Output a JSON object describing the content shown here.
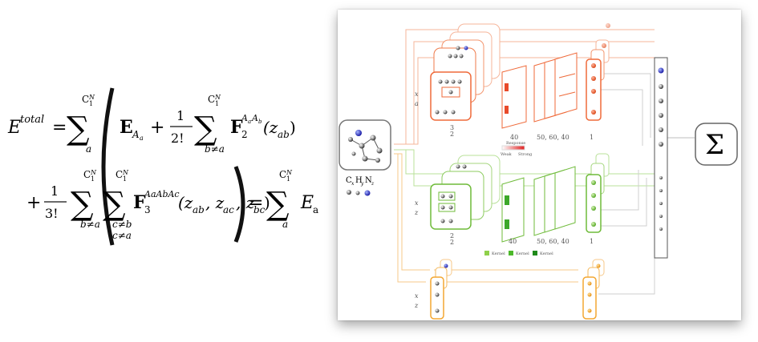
{
  "equation": {
    "lhs_symbol": "E",
    "lhs_superscript": "total",
    "equals": "=",
    "sum_symbol": "∑",
    "limit_upper": "C",
    "limit_upper_sub": "1",
    "limit_upper_sup": "N",
    "idx_a": "a",
    "idx_b_ne_a": "b≠a",
    "idx_c_ne_b": "c≠b",
    "idx_c_ne_a": "c≠a",
    "term1": "E",
    "term1_sub": "A",
    "term1_subsub": "a",
    "plus": "+",
    "frac2_num": "1",
    "frac2_den": "2!",
    "frac3_num": "1",
    "frac3_den": "3!",
    "term2": "F",
    "term2_sub": "2",
    "term2_sup": "A",
    "term2_sup_a": "a",
    "term2_sup_b": "A",
    "term2_sup_bb": "b",
    "term2_arg": "(z",
    "term2_arg_sub": "ab",
    "close_paren": ")",
    "term3": "F",
    "term3_sub": "3",
    "term3_sup": "AaAbAc",
    "term3_args": "(z",
    "z_ab": "ab",
    "z_ac": "ac",
    "z_bc": "bc",
    "rhs_term": "E",
    "rhs_sub": "a"
  },
  "diagram": {
    "input_label": "C",
    "input_x": "x",
    "input_h": "H",
    "input_y": "y",
    "input_n": "N",
    "input_z": "z",
    "dim_x1": "x",
    "dim_x1_den": "a",
    "dim_3": "3",
    "dim_2": "2",
    "dim_x2_den": "z",
    "label_40_top": "40",
    "label_506040_top": "50, 60, 40",
    "label_1_top": "1",
    "label_40_bot": "40",
    "label_506040_bot": "50, 60, 40",
    "label_1_bot": "1",
    "response_label": "Response",
    "weak_label": "Weak",
    "strong_label": "Strong",
    "kernel_1": "Kernel",
    "kernel_2": "Kernel",
    "kernel_3": "Kernel",
    "sum_label": "Σ",
    "colors": {
      "orange": "#f07a4e",
      "orange_light": "#f6b59a",
      "green": "#7cc34a",
      "green_light": "#b9e19a",
      "yellow": "#f3a732",
      "grey_line": "#c8c8c8"
    }
  }
}
